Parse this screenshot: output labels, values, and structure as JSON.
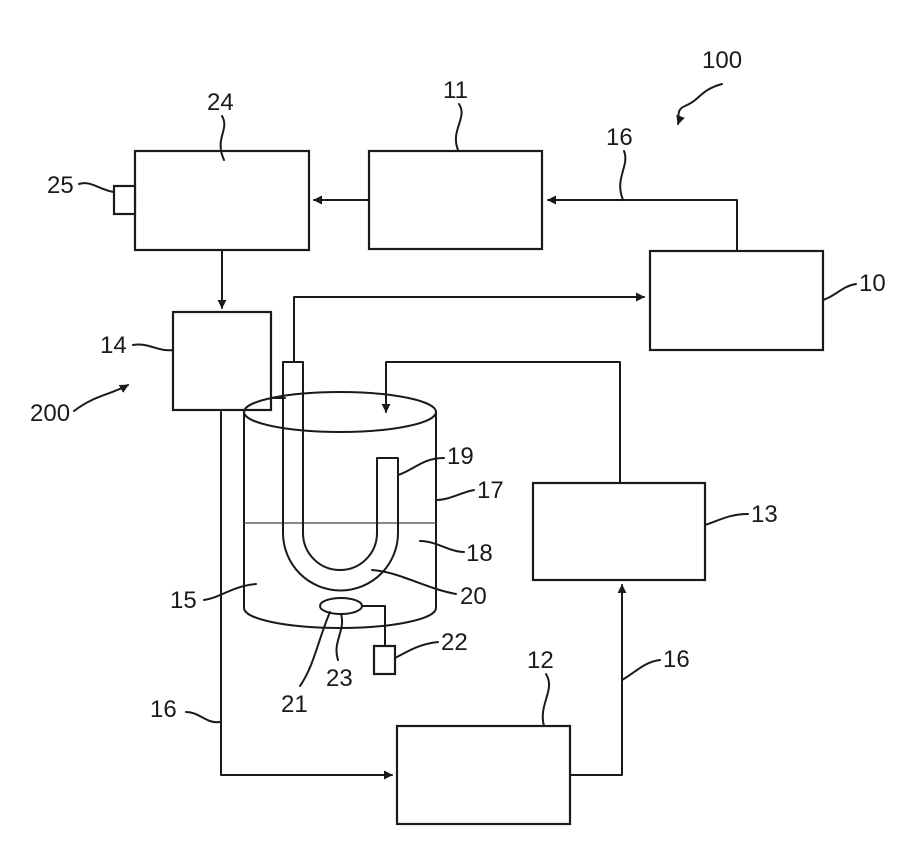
{
  "labels": {
    "system": "100",
    "sub_system": "200",
    "unit_10": "10",
    "unit_11": "11",
    "unit_12": "12",
    "unit_13": "13",
    "unit_14": "14",
    "vessel_fluid_region": "15",
    "connection_top": "16",
    "connection_left": "16",
    "connection_right": "16",
    "vessel": "17",
    "fluid_level": "18",
    "tube_end": "19",
    "u_tube": "20",
    "bottom_element": "21",
    "sensor": "22",
    "bottom_opening": "23",
    "unit_24": "24",
    "port_25": "25"
  }
}
